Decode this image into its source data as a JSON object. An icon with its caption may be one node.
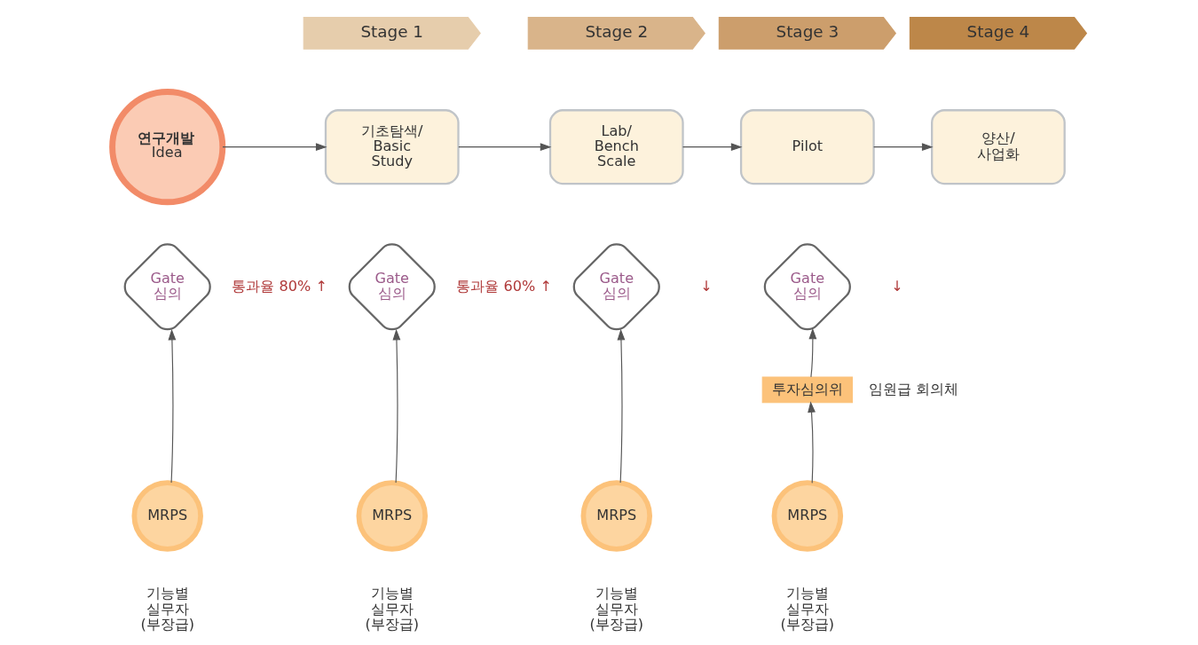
{
  "diagram": {
    "nodes": [
      {
        "text": [
          "Stage 1"
        ]
      },
      {
        "text": [
          "Stage 2"
        ]
      },
      {
        "text": [
          "Stage 3"
        ]
      },
      {
        "text": [
          "Stage 4"
        ]
      },
      {
        "text": [
          "연구개발",
          "Idea"
        ]
      },
      {
        "text": [
          "기초탐색/ Basic Study"
        ]
      },
      {
        "text": [
          "Lab/ Bench Scale"
        ]
      },
      {
        "text": [
          "Pilot"
        ]
      },
      {
        "text": [
          "양산/ 사업화"
        ]
      },
      {
        "text": [
          "Gate 심의"
        ],
        "beside": [
          "통과율 80% ↑"
        ]
      },
      {
        "text": [
          "Gate 심의"
        ],
        "beside": [
          "통과율 60% ↑"
        ]
      },
      {
        "text": [
          "Gate 심의"
        ],
        "beside": [
          "↓"
        ]
      },
      {
        "text": [
          "Gate 심의"
        ],
        "beside": [
          "↓"
        ]
      },
      {
        "text": [
          "투자심의위"
        ],
        "beside": [
          "임원급 회의체"
        ]
      },
      {
        "text": [
          "MRPS"
        ],
        "beside": [
          "기능별 실무자 (부장급)"
        ]
      },
      {
        "text": [
          "MRPS"
        ],
        "beside": [
          "기능별 실무자 (부장급)"
        ]
      },
      {
        "text": [
          "MRPS"
        ],
        "beside": [
          "기능별 실무자 (부장급)"
        ]
      },
      {
        "text": [
          "MRPS"
        ],
        "beside": [
          "기능별 실무자 (부장급)"
        ]
      }
    ],
    "edges": [
      {
        "from": 4,
        "to": 5,
        "arrow": "to"
      },
      {
        "from": 5,
        "to": 6,
        "arrow": "to"
      },
      {
        "from": 6,
        "to": 7,
        "arrow": "to"
      },
      {
        "from": 7,
        "to": 8,
        "arrow": "to"
      },
      {
        "from": 14,
        "to": 9,
        "arrow": "to"
      },
      {
        "from": 15,
        "to": 10,
        "arrow": "to"
      },
      {
        "from": 16,
        "to": 11,
        "arrow": "to"
      },
      {
        "from": 17,
        "to": 13,
        "arrow": "to"
      },
      {
        "from": 13,
        "to": 12,
        "arrow": "to"
      }
    ]
  }
}
